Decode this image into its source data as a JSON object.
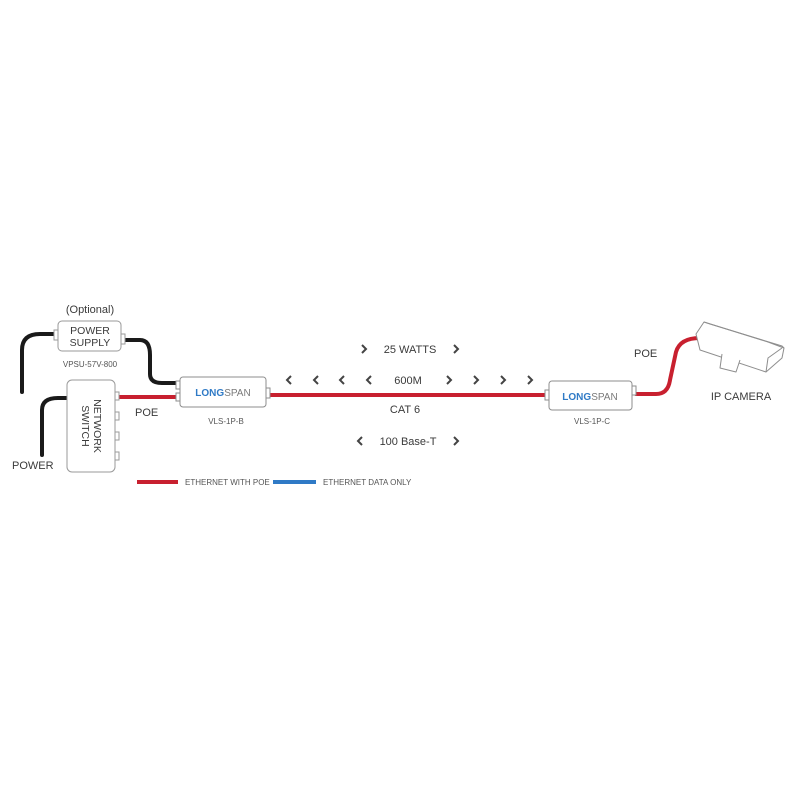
{
  "colors": {
    "poe": "#c8202f",
    "data_only": "#2f7ac6",
    "power_cable": "#1a1a1a",
    "brand_long": "#2f7ac6",
    "brand_span": "#7a7a7a",
    "text": "#3a3a3a",
    "chevron": "#444444"
  },
  "power_supply": {
    "optional": "(Optional)",
    "line1": "POWER",
    "line2": "SUPPLY",
    "model": "VPSU-57V-800"
  },
  "network_switch": {
    "line1": "NETWORK",
    "line2": "SWITCH"
  },
  "power_label": "POWER",
  "poe_left": "POE",
  "poe_right": "POE",
  "transmitter": {
    "brand_long": "LONG",
    "brand_span": "SPAN",
    "model": "VLS-1P-B"
  },
  "receiver": {
    "brand_long": "LONG",
    "brand_span": "SPAN",
    "model": "VLS-1P-C"
  },
  "link": {
    "watts": "25 WATTS",
    "distance": "600M",
    "cable": "CAT 6",
    "speed": "100 Base-T"
  },
  "camera_label": "IP CAMERA",
  "legend": {
    "poe": "ETHERNET WITH POE",
    "data_only": "ETHERNET DATA ONLY"
  }
}
